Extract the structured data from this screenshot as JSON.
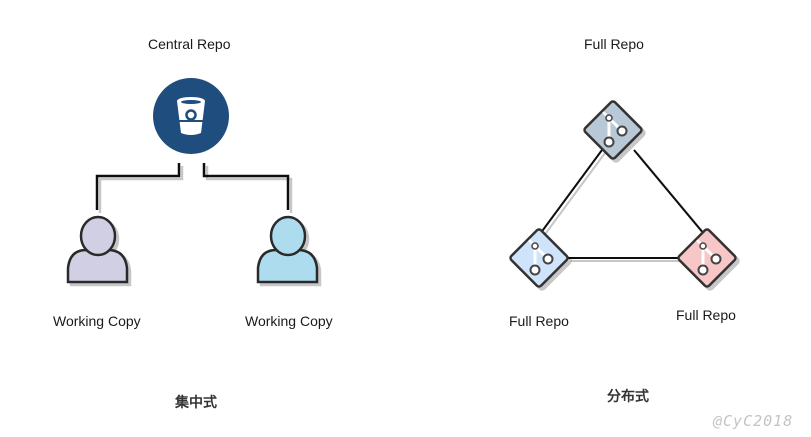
{
  "centralized": {
    "central_label": "Central Repo",
    "working_copy_left": "Working Copy",
    "working_copy_right": "Working Copy",
    "caption": "集中式",
    "colors": {
      "central_fill": "#1f4e7e",
      "user_left_fill": "#d1cfe4",
      "user_right_fill": "#aedcef"
    }
  },
  "distributed": {
    "top_label": "Full Repo",
    "left_label": "Full Repo",
    "right_label": "Full Repo",
    "caption": "分布式",
    "colors": {
      "top_fill": "#b8c8d6",
      "left_fill": "#cfe4fb",
      "right_fill": "#f7c6c6"
    }
  },
  "watermark": "@CyC2018"
}
